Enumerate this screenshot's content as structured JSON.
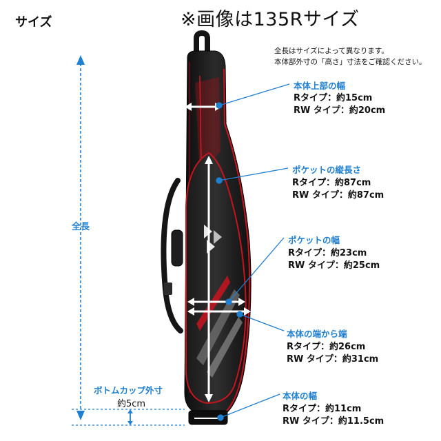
{
  "header": {
    "title_left": "サイズ",
    "title_right": "※画像は135Rサイズ"
  },
  "notes": [
    "全長はサイズによって異なります。",
    "本体部外寸の「高さ」寸法をご確認ください。"
  ],
  "total_length": {
    "label": "全長"
  },
  "bottom_cup": {
    "title": "ボトムカップ外寸",
    "value": "約5cm"
  },
  "callouts": [
    {
      "title": "本体上部の幅",
      "r": "Rタイプ：約15cm",
      "rw": "RW タイプ：約20cm"
    },
    {
      "title": "ポケットの縦長さ",
      "r": "Rタイプ：約87cm",
      "rw": "RW タイプ：約87cm"
    },
    {
      "title": "ポケットの幅",
      "r": "Rタイプ：約23cm",
      "rw": "RW タイプ：約25cm"
    },
    {
      "title": "本体の端から端",
      "r": "Rタイプ：約26cm",
      "rw": "RW タイプ：約31cm"
    },
    {
      "title": "本体の幅",
      "r": "Rタイプ：約11cm",
      "rw": "RW タイプ：約11.5cm"
    }
  ],
  "colors": {
    "accent_blue": "#1f7fd0",
    "bag_black": "#1b1b1b",
    "bag_red": "#c8141e"
  }
}
